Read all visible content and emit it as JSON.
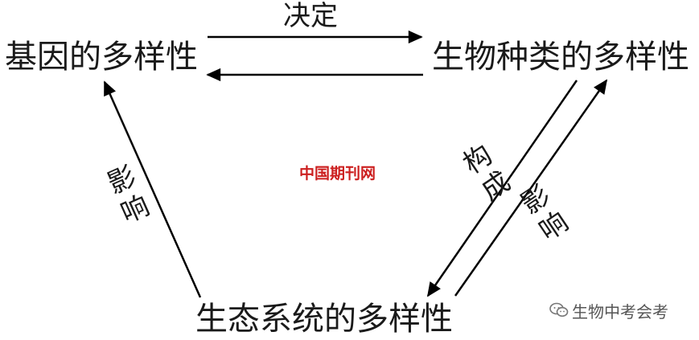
{
  "nodes": {
    "genetic": "基因的多样性",
    "species": "生物种类的多样性",
    "ecosystem": "生态系统的多样性"
  },
  "relations": {
    "determines": "决定",
    "constitutes": "构成",
    "influences_left": "影响",
    "influences_right": "影响"
  },
  "watermark": "中国期刊网",
  "badge": {
    "icon": "wechat-icon",
    "text": "生物中考会考"
  },
  "colors": {
    "text": "#1a1a1a",
    "arrow": "#000000",
    "watermark": "#cc1f1f",
    "badge": "#555555"
  }
}
